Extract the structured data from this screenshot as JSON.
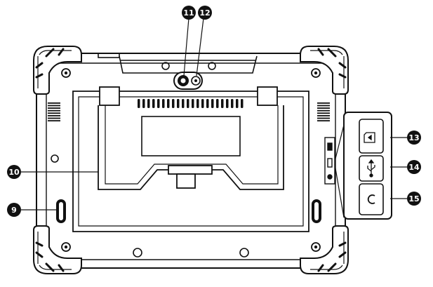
{
  "callouts": [
    {
      "id": "n9",
      "label": "9"
    },
    {
      "id": "n10",
      "label": "10"
    },
    {
      "id": "n11",
      "label": "11"
    },
    {
      "id": "n12",
      "label": "12"
    },
    {
      "id": "n13",
      "label": "13"
    },
    {
      "id": "n14",
      "label": "14"
    },
    {
      "id": "n15",
      "label": "15"
    }
  ],
  "colors": {
    "stroke": "#111111",
    "body_fill": "#ffffff",
    "callout_fill": "#111111",
    "callout_text": "#ffffff"
  },
  "icons": {
    "camera": "camera-lens-icon",
    "flash": "camera-flash-icon",
    "sd_card": "memory-card-slot-icon",
    "usb": "usb-port-icon",
    "power_in": "dc-power-port-icon"
  }
}
